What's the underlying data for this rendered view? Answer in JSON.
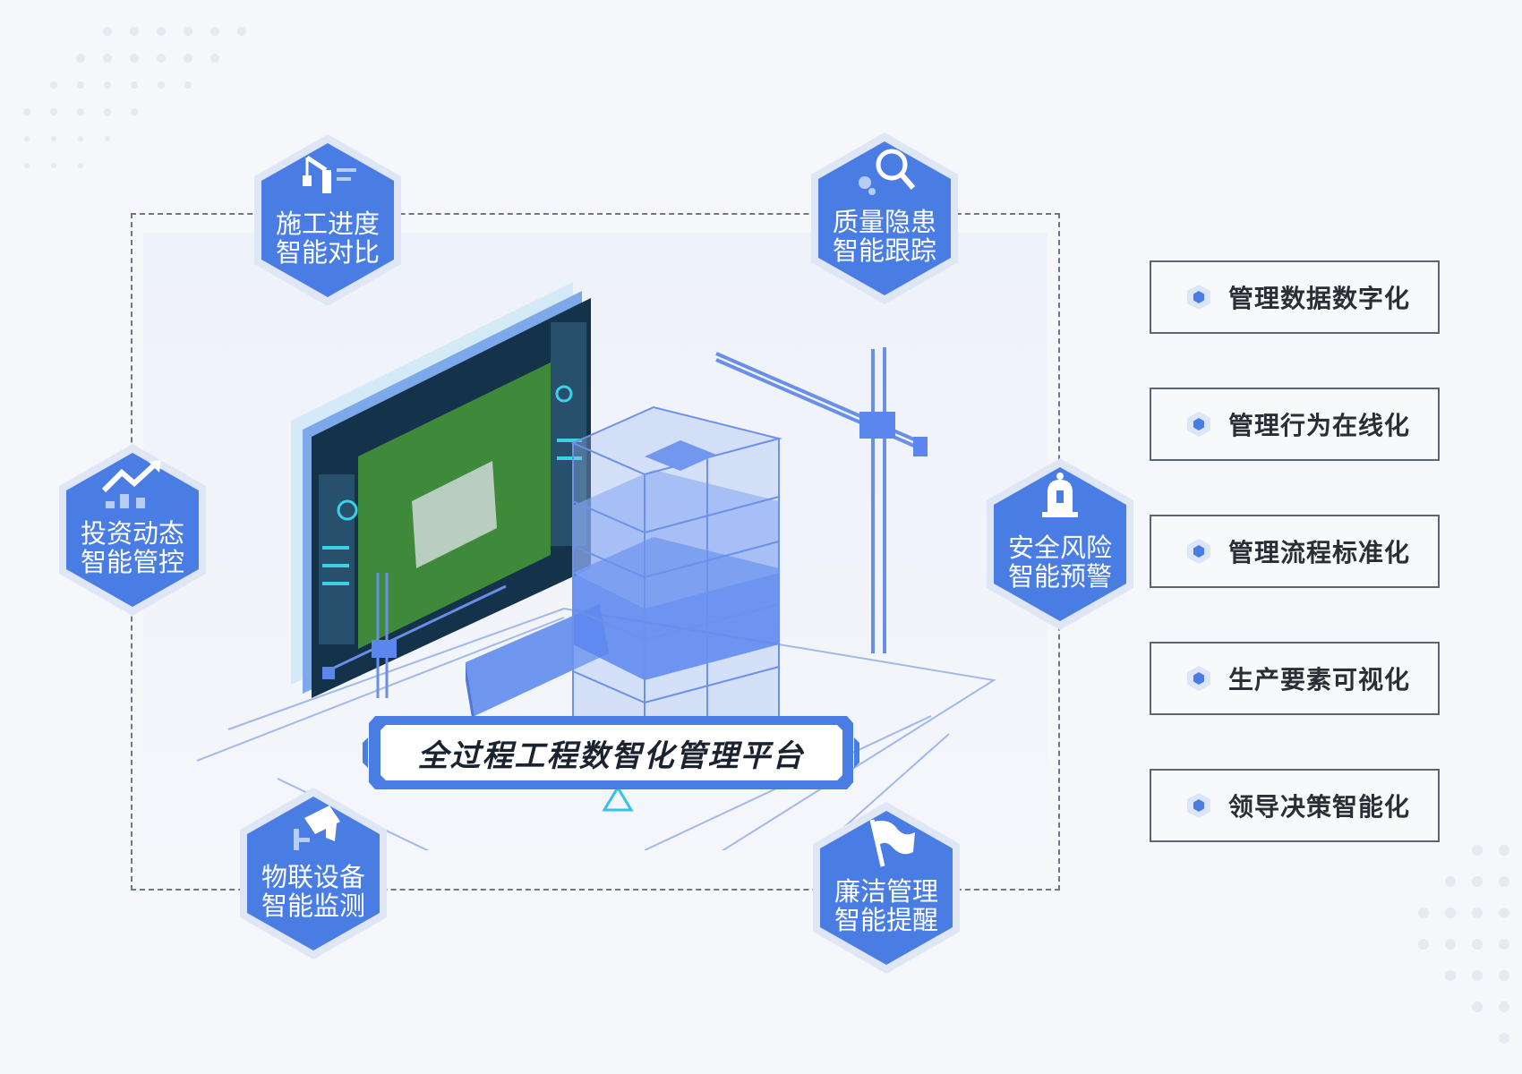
{
  "diagram": {
    "center_title": "全过程工程数智化管理平台",
    "hex_nodes": [
      {
        "id": "schedule",
        "label": "施工进度\n智能对比",
        "icon": "crane-progress-icon"
      },
      {
        "id": "quality",
        "label": "质量隐患\n智能跟踪",
        "icon": "magnifier-gear-icon"
      },
      {
        "id": "investment",
        "label": "投资动态\n智能管控",
        "icon": "trend-chart-icon"
      },
      {
        "id": "safety",
        "label": "安全风险\n智能预警",
        "icon": "alarm-bell-icon"
      },
      {
        "id": "iot",
        "label": "物联设备\n智能监测",
        "icon": "camera-icon"
      },
      {
        "id": "integrity",
        "label": "廉洁管理\n智能提醒",
        "icon": "flag-icon"
      }
    ],
    "side_list": [
      "管理数据数字化",
      "管理行为在线化",
      "管理流程标准化",
      "生产要素可视化",
      "领导决策智能化"
    ]
  },
  "colors": {
    "hex_fill": "#4a7de4",
    "hex_border": "#dfe6f6",
    "accent_cyan": "#33c3e8",
    "frame_dash": "#6f7785",
    "building_blue": "#5b86ee"
  }
}
